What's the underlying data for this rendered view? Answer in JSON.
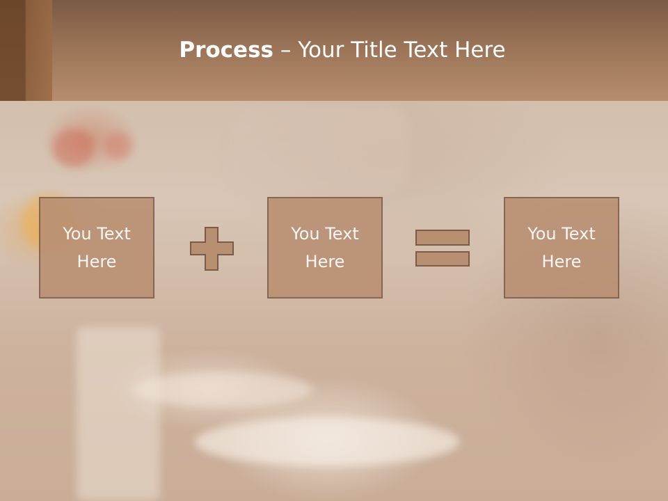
{
  "slide": {
    "title_bold": "Process",
    "title_rest": " – Your Title Text Here"
  },
  "boxes": [
    {
      "line1": "You Text",
      "line2": "Here"
    },
    {
      "line1": "You Text",
      "line2": "Here"
    },
    {
      "line1": "You Text",
      "line2": "Here"
    }
  ],
  "symbols": [
    "plus-icon",
    "equals-icon"
  ],
  "colors": {
    "header": "#a17a5d",
    "box_fill": "#b98f72",
    "box_border": "#7b5b47",
    "text": "#ffffff"
  }
}
